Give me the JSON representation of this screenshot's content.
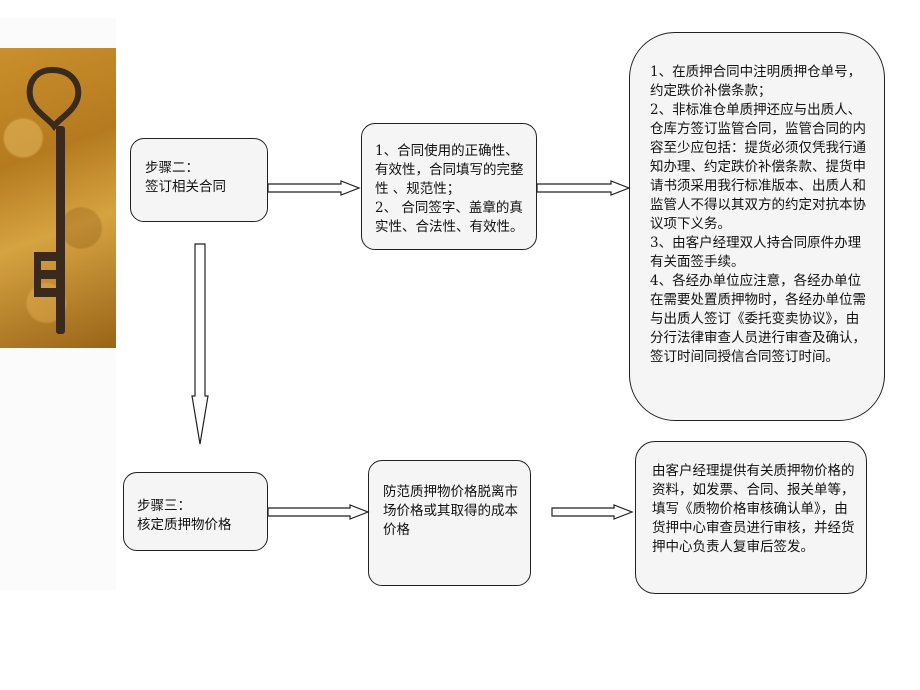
{
  "step2": {
    "label": "步骤二：\n签订相关合同",
    "checks": "1、合同使用的正确性、有效性，合同填写的完整性 、规范性；\n2、 合同签字、盖章的真实性、合法性、有效性。",
    "details": "1、在质押合同中注明质押仓单号，约定跌价补偿条款；\n2、非标准仓单质押还应与出质人、仓库方签订监管合同，监管合同的内容至少应包括：提货必须仅凭我行通知办理、约定跌价补偿条款、提货申请书须采用我行标准版本、出质人和监管人不得以其双方的约定对抗本协议项下义务。\n3、由客户经理双人持合同原件办理有关面签手续。\n4、各经办单位应注意，各经办单位在需要处置质押物时，各经办单位需与出质人签订《委托变卖协议》，由分行法律审查人员进行审查及确认，签订时间同授信合同签订时间。"
  },
  "step3": {
    "label": "步骤三：\n核定质押物价格",
    "checks": "防范质押物价格脱离市场价格或其取得的成本价格",
    "details": "由客户经理提供有关质押物价格的资料，如发票、合同、报关单等，填写《质物价格审核确认单》，由货押中心审查员进行审核，并经货押中心负责人复审后签发。"
  }
}
